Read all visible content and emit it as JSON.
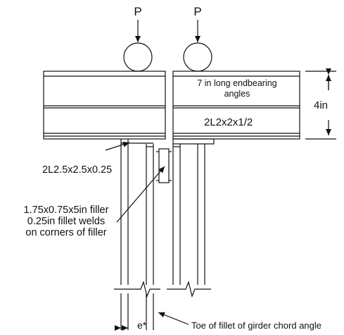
{
  "labels": {
    "load_left": "P",
    "load_right": "P",
    "endbearing_line1": "7 in long endbearing",
    "endbearing_line2": "angles",
    "section_label": "2L2x2x1/2",
    "depth_label": "4in",
    "angle_label": "2L2.5x2.5x0.25",
    "filler_line1": "1.75x0.75x5in filler",
    "filler_line2": "0.25in fillet welds",
    "filler_line3": "on corners of filler",
    "eccentricity_label": "e*",
    "toe_label": "Toe of fillet of girder chord angle"
  },
  "colors": {
    "ink": "#111111",
    "background": "#ffffff"
  }
}
